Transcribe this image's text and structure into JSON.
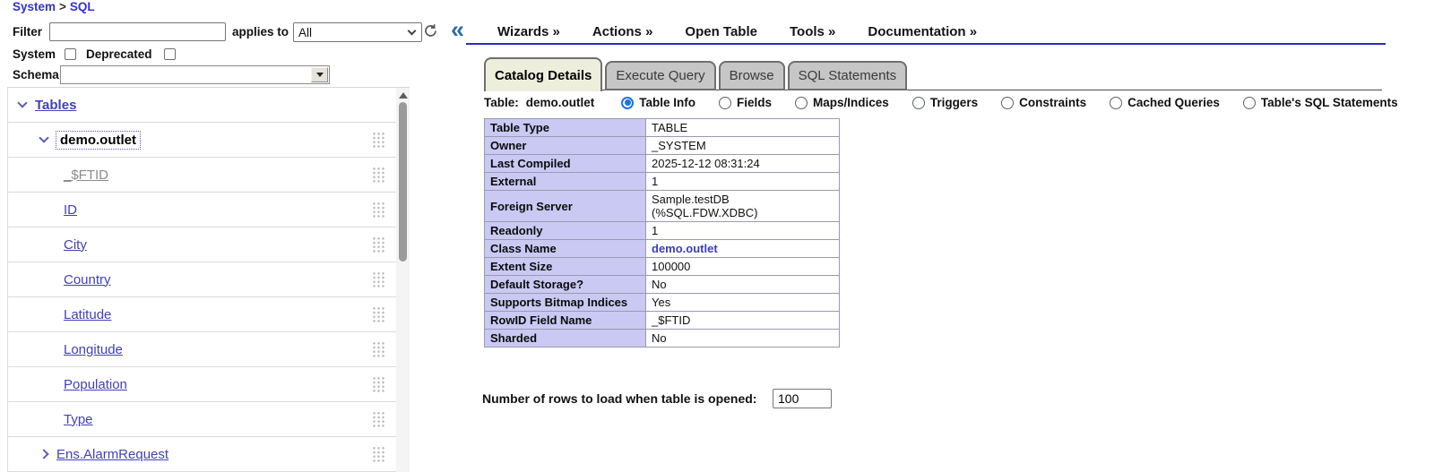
{
  "breadcrumb": {
    "part1": "System",
    "separator": ">",
    "part2": "SQL"
  },
  "filter_bar": {
    "filter_label": "Filter",
    "filter_value": "",
    "applies_to_label": "applies to",
    "applies_to_selected": "All"
  },
  "flags": {
    "system_label": "System",
    "deprecated_label": "Deprecated"
  },
  "schema_picker": {
    "label": "Schema",
    "value": ""
  },
  "tree": {
    "root_label": "Tables",
    "table_label": "demo.outlet",
    "fields": {
      "f0": "_$FTID",
      "f1": "ID",
      "f2": "City",
      "f3": "Country",
      "f4": "Latitude",
      "f5": "Longitude",
      "f6": "Population",
      "f7": "Type"
    },
    "next_table_label": "Ens.AlarmRequest"
  },
  "menubar": {
    "collapse_glyph": "«",
    "items": {
      "m0": "Wizards »",
      "m1": "Actions »",
      "m2": "Open Table",
      "m3": "Tools »",
      "m4": "Documentation »"
    }
  },
  "tabs": {
    "t0": {
      "label": "Catalog Details",
      "active": true
    },
    "t1": {
      "label": "Execute Query",
      "active": false
    },
    "t2": {
      "label": "Browse",
      "active": false
    },
    "t3": {
      "label": "SQL Statements",
      "active": false
    }
  },
  "catalog": {
    "table_label": "Table:",
    "table_name": "demo.outlet",
    "views": {
      "v0": {
        "label": "Table Info",
        "selected": true
      },
      "v1": {
        "label": "Fields",
        "selected": false
      },
      "v2": {
        "label": "Maps/Indices",
        "selected": false
      },
      "v3": {
        "label": "Triggers",
        "selected": false
      },
      "v4": {
        "label": "Constraints",
        "selected": false
      },
      "v5": {
        "label": "Cached Queries",
        "selected": false
      },
      "v6": {
        "label": "Table's SQL Statements",
        "selected": false
      }
    },
    "details": {
      "r0": {
        "label": "Table Type",
        "value": "TABLE"
      },
      "r1": {
        "label": "Owner",
        "value": "_SYSTEM"
      },
      "r2": {
        "label": "Last Compiled",
        "value": "2025-12-12 08:31:24"
      },
      "r3": {
        "label": "External",
        "value": "1"
      },
      "r4": {
        "label": "Foreign Server",
        "value": "Sample.testDB (%SQL.FDW.XDBC)"
      },
      "r5": {
        "label": "Readonly",
        "value": "1"
      },
      "r6": {
        "label": "Class Name",
        "value": "demo.outlet"
      },
      "r7": {
        "label": "Extent Size",
        "value": "100000"
      },
      "r8": {
        "label": "Default Storage?",
        "value": "No"
      },
      "r9": {
        "label": "Supports Bitmap Indices",
        "value": "Yes"
      },
      "r10": {
        "label": "RowID Field Name",
        "value": "_$FTID"
      },
      "r11": {
        "label": "Sharded",
        "value": "No"
      }
    },
    "rows_to_load": {
      "label": "Number of rows to load when table is opened:",
      "value": "100"
    }
  },
  "colors": {
    "link_blue": "#3333cc",
    "tree_link": "#4141b8",
    "lavender_cell": "#c9c9f3",
    "tab_active_bg": "#eeeedd",
    "tab_inactive_bg": "#c6c6c6",
    "menu_underline": "#2d2dbe",
    "radio_accent": "#1a73e8",
    "collapse_icon": "#2f6da6"
  }
}
